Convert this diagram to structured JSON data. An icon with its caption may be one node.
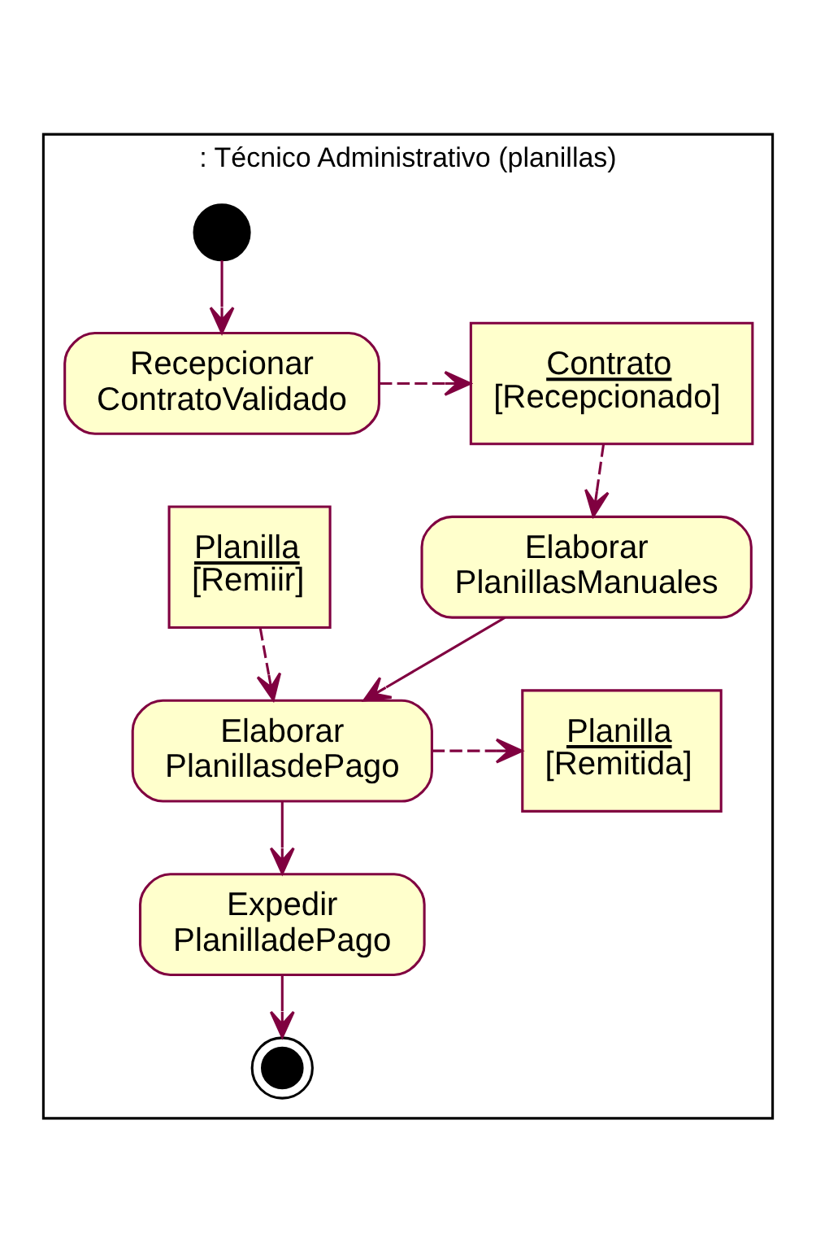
{
  "diagram": {
    "nodes": [
      {
        "text": [
          ": Técnico Administrativo (planillas)"
        ]
      },
      {
        "text": [],
        "shape": "circle",
        "in": 0
      },
      {
        "text": [
          "Recepcionar ContratoValidado"
        ],
        "in": 0
      },
      {
        "text": [
          "Contrato",
          "[Recepcionado]"
        ],
        "in": 0
      },
      {
        "text": [
          "Elaborar PlanillasManuales"
        ],
        "in": 0
      },
      {
        "text": [
          "Planilla",
          "[Remiir]"
        ],
        "in": 0
      },
      {
        "text": [
          "Elaborar PlanillasdePago"
        ],
        "in": 0
      },
      {
        "text": [
          "Planilla",
          "[Remitida]"
        ],
        "in": 0
      },
      {
        "text": [
          "Expedir PlanilladePago"
        ],
        "in": 0
      },
      {
        "text": [],
        "shape": "circle",
        "in": 0
      }
    ],
    "edges": [
      {
        "from": 1,
        "to": 2,
        "arrow": "to"
      },
      {
        "from": 2,
        "to": 3,
        "arrow": "to",
        "style": "dashed"
      },
      {
        "from": 3,
        "to": 4,
        "arrow": "to",
        "style": "dashed"
      },
      {
        "from": 4,
        "to": 6,
        "arrow": "to"
      },
      {
        "from": 5,
        "to": 6,
        "arrow": "to",
        "style": "dashed"
      },
      {
        "from": 6,
        "to": 7,
        "arrow": "to",
        "style": "dashed"
      },
      {
        "from": 6,
        "to": 8,
        "arrow": "to"
      },
      {
        "from": 8,
        "to": 9,
        "arrow": "to"
      }
    ]
  }
}
